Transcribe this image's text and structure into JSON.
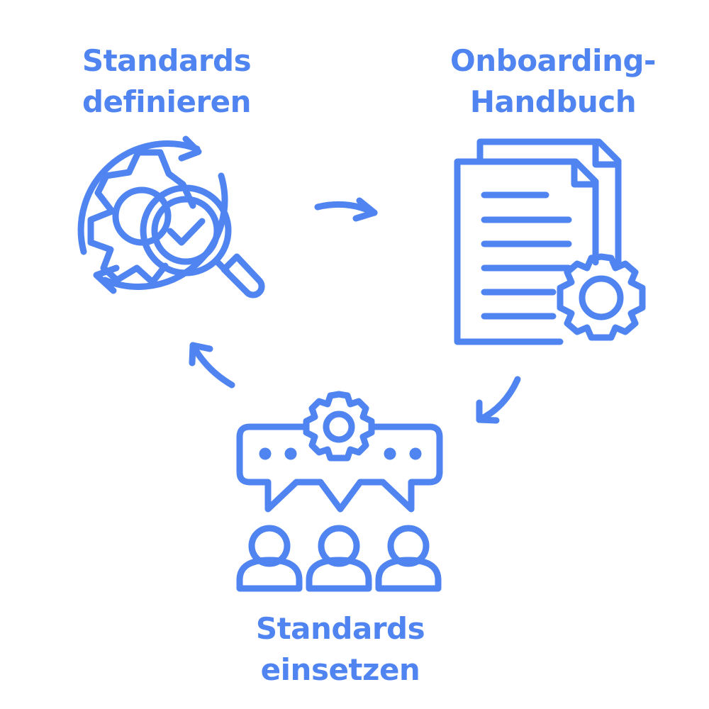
{
  "colors": {
    "accent": "#4f84f1",
    "background": "#ffffff"
  },
  "steps": [
    {
      "line1": "Standards",
      "line2": "definieren",
      "icon": "gear-magnifier-check-icon"
    },
    {
      "line1": "Onboarding-",
      "line2": "Handbuch",
      "icon": "documents-gear-icon"
    },
    {
      "line1": "Standards",
      "line2": "einsetzen",
      "icon": "team-meeting-gear-icon"
    }
  ],
  "arrows": [
    "arrow-right-icon",
    "arrow-down-left-icon",
    "arrow-up-left-icon"
  ]
}
